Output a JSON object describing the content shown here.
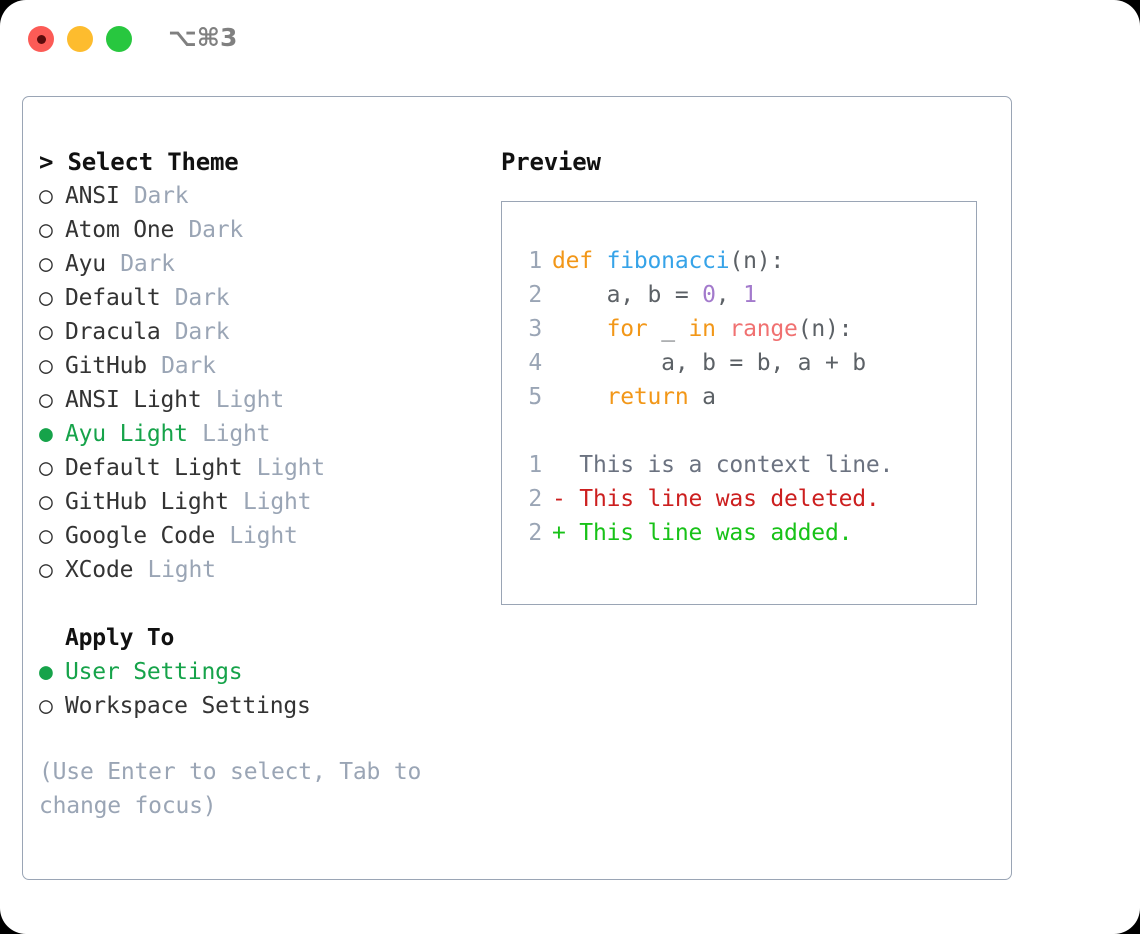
{
  "window": {
    "title": "⌥⌘3",
    "traffic_lights": [
      {
        "name": "close",
        "color": "#fc5b56",
        "recording": true
      },
      {
        "name": "minimize",
        "color": "#fdbc2e",
        "recording": false
      },
      {
        "name": "maximize",
        "color": "#28c73f",
        "recording": false
      }
    ]
  },
  "theme_picker": {
    "heading": "> Select Theme",
    "options": [
      {
        "marker": "○",
        "label": "ANSI",
        "tag": "Dark",
        "selected": false
      },
      {
        "marker": "○",
        "label": "Atom One",
        "tag": "Dark",
        "selected": false
      },
      {
        "marker": "○",
        "label": "Ayu",
        "tag": "Dark",
        "selected": false
      },
      {
        "marker": "○",
        "label": "Default",
        "tag": "Dark",
        "selected": false
      },
      {
        "marker": "○",
        "label": "Dracula",
        "tag": "Dark",
        "selected": false
      },
      {
        "marker": "○",
        "label": "GitHub",
        "tag": "Dark",
        "selected": false
      },
      {
        "marker": "○",
        "label": "ANSI Light",
        "tag": "Light",
        "selected": false
      },
      {
        "marker": "●",
        "label": "Ayu Light",
        "tag": "Light",
        "selected": true
      },
      {
        "marker": "○",
        "label": "Default Light",
        "tag": "Light",
        "selected": false
      },
      {
        "marker": "○",
        "label": "GitHub Light",
        "tag": "Light",
        "selected": false
      },
      {
        "marker": "○",
        "label": "Google Code",
        "tag": "Light",
        "selected": false
      },
      {
        "marker": "○",
        "label": "XCode",
        "tag": "Light",
        "selected": false
      }
    ]
  },
  "apply_to": {
    "heading": "Apply To",
    "options": [
      {
        "marker": "●",
        "label": "User Settings",
        "selected": true
      },
      {
        "marker": "○",
        "label": "Workspace Settings",
        "selected": false
      }
    ]
  },
  "hint": "(Use Enter to select, Tab to change focus)",
  "preview": {
    "heading": "Preview",
    "code_lines": [
      {
        "number": "1",
        "tokens": [
          {
            "text": "def ",
            "type": "kw"
          },
          {
            "text": "fibonacci",
            "type": "fn"
          },
          {
            "text": "(n):",
            "type": "punc"
          }
        ]
      },
      {
        "number": "2",
        "tokens": [
          {
            "text": "    a, b = ",
            "type": "plain"
          },
          {
            "text": "0",
            "type": "num"
          },
          {
            "text": ", ",
            "type": "plain"
          },
          {
            "text": "1",
            "type": "num"
          }
        ]
      },
      {
        "number": "3",
        "tokens": [
          {
            "text": "    ",
            "type": "plain"
          },
          {
            "text": "for",
            "type": "kw"
          },
          {
            "text": " _ ",
            "type": "plain"
          },
          {
            "text": "in",
            "type": "kw"
          },
          {
            "text": " ",
            "type": "plain"
          },
          {
            "text": "range",
            "type": "call"
          },
          {
            "text": "(n):",
            "type": "punc"
          }
        ]
      },
      {
        "number": "4",
        "tokens": [
          {
            "text": "        a, b = b, a + b",
            "type": "plain"
          }
        ]
      },
      {
        "number": "5",
        "tokens": [
          {
            "text": "    ",
            "type": "plain"
          },
          {
            "text": "return",
            "type": "kw"
          },
          {
            "text": " a",
            "type": "plain"
          }
        ]
      }
    ],
    "diff_lines": [
      {
        "number": "1",
        "sign": " ",
        "text": " This is a context line.",
        "kind": "context"
      },
      {
        "number": "2",
        "sign": "-",
        "text": " This line was deleted.",
        "kind": "deleted"
      },
      {
        "number": "2",
        "sign": "+",
        "text": " This line was added.",
        "kind": "added"
      }
    ]
  },
  "colors": {
    "accent_green": "#16a34a",
    "muted_gray": "#9aa5b5",
    "border": "#9aa5b5",
    "keyword": "#f29718",
    "function": "#36a3e8",
    "call": "#f07171",
    "number": "#a37acc",
    "plain": "#5c6166",
    "diff_deleted": "#cc1f1f",
    "diff_added": "#18c218",
    "diff_context": "#6b7280"
  }
}
